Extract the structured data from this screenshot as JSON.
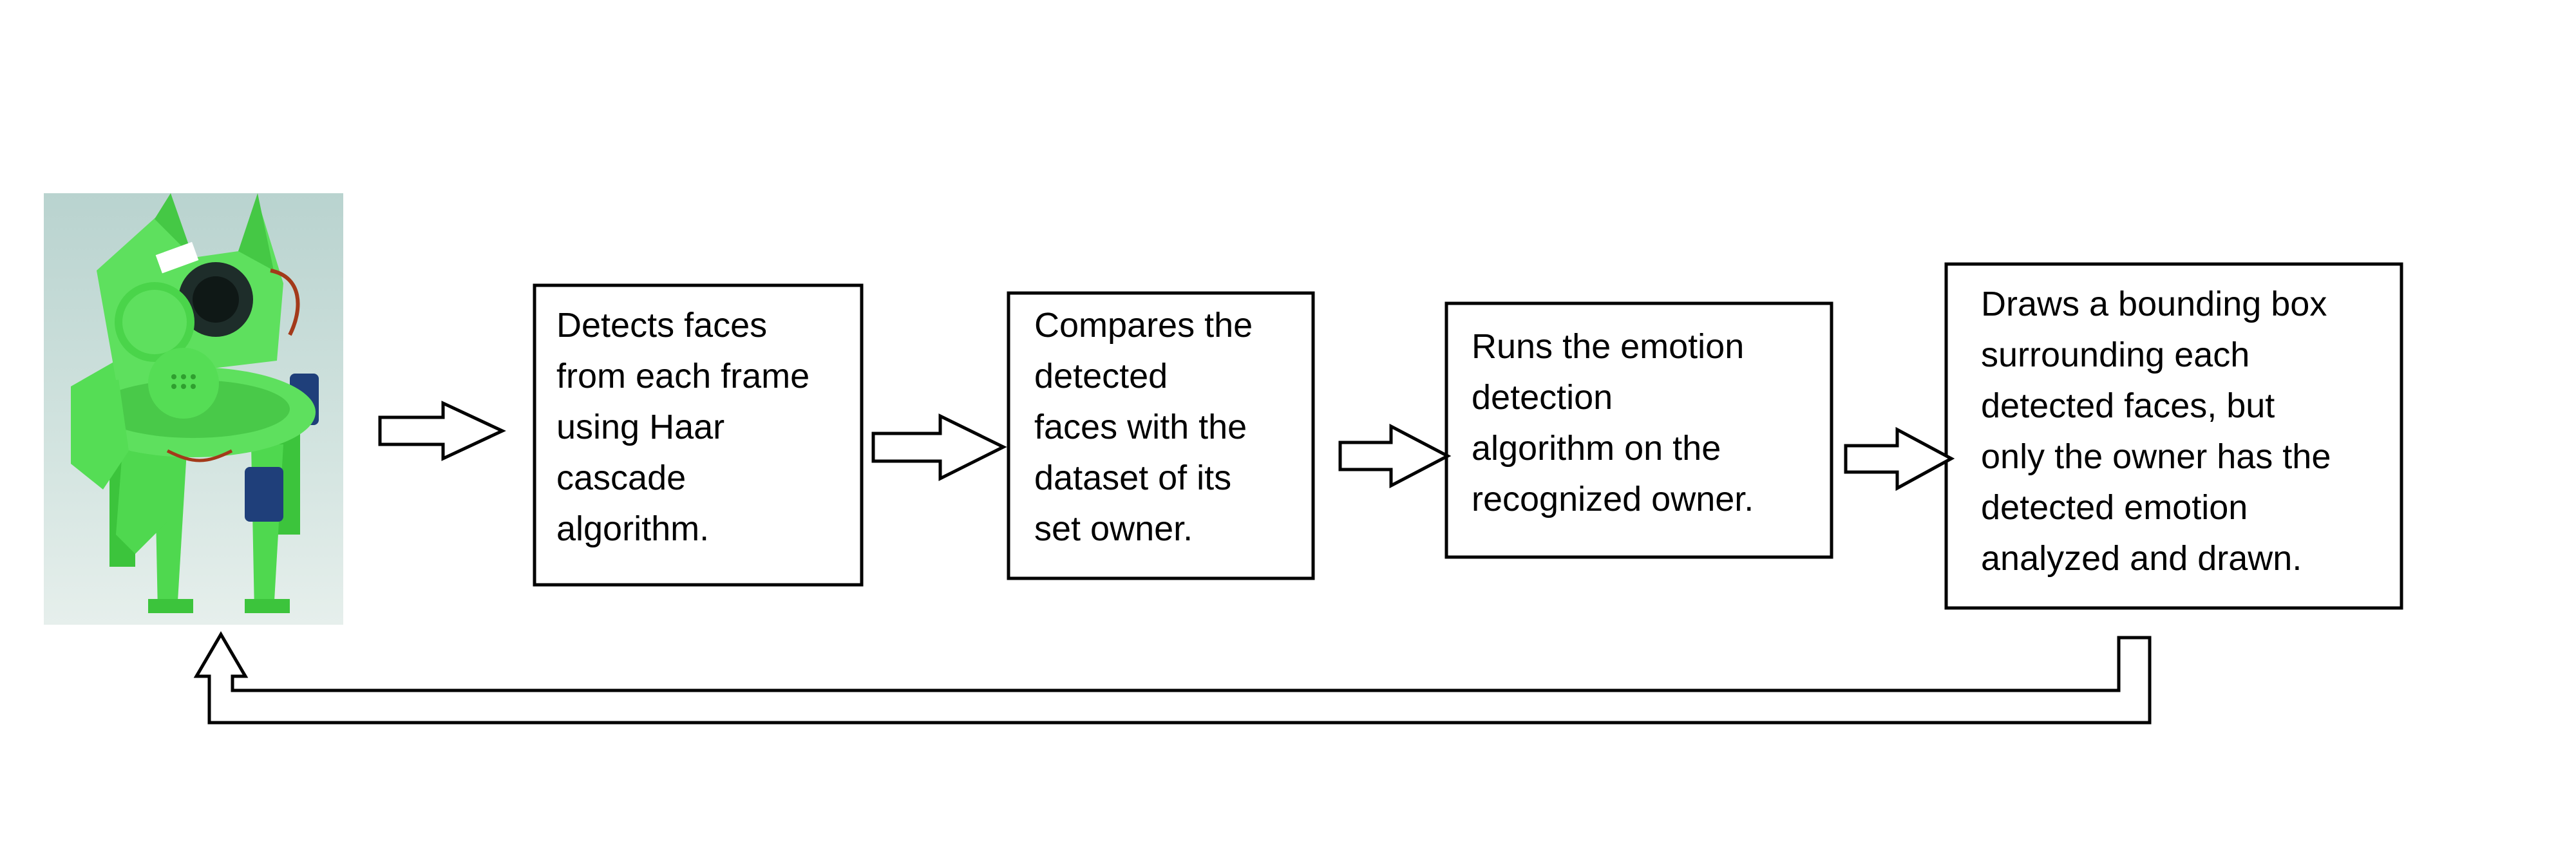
{
  "steps": [
    {
      "lines": [
        "Detects faces",
        "from each frame",
        "using Haar",
        "cascade",
        "algorithm."
      ]
    },
    {
      "lines": [
        "Compares the",
        "detected",
        "faces with the",
        "dataset of its",
        "set owner."
      ]
    },
    {
      "lines": [
        "Runs the emotion",
        "detection",
        "algorithm on the",
        "recognized owner."
      ]
    },
    {
      "lines": [
        "Draws a bounding box",
        "surrounding each",
        "detected faces, but",
        "only the owner has the",
        "detected emotion",
        "analyzed and drawn."
      ]
    }
  ],
  "colors": {
    "robot_green": "#55dd55",
    "robot_dark_green": "#2a9a2a",
    "servo_blue": "#1f3f7a",
    "photo_background": "#c9ddd8",
    "box_stroke": "#000000"
  }
}
